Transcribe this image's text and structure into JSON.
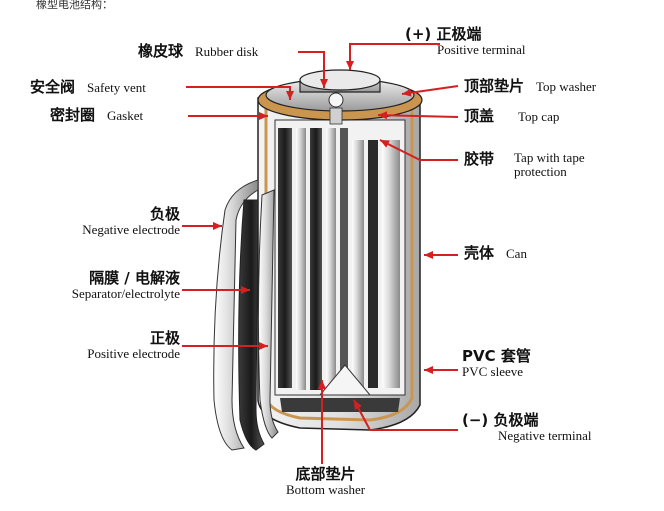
{
  "caption_top": "橡型电池结构：",
  "colors": {
    "arrow": "#d42020",
    "can": "#c8c8c8",
    "tape": "#d8b070",
    "outline": "#1a1a1a"
  },
  "labels": {
    "positive_terminal": {
      "zh": "(+) 正极端",
      "en": "Positive terminal"
    },
    "rubber_disk": {
      "zh": "橡皮球",
      "en": "Rubber disk"
    },
    "safety_vent": {
      "zh": "安全阀",
      "en": "Safety vent"
    },
    "gasket": {
      "zh": "密封圈",
      "en": "Gasket"
    },
    "top_washer": {
      "zh": "顶部垫片",
      "en": "Top washer"
    },
    "top_cap": {
      "zh": "顶盖",
      "en": "Top cap"
    },
    "tape": {
      "zh": "胶带",
      "en1": "Tap with tape",
      "en2": "protection"
    },
    "negative_electrode": {
      "zh": "负极",
      "en": "Negative electrode"
    },
    "can": {
      "zh": "壳体",
      "en": "Can"
    },
    "separator": {
      "zh": "隔膜 / 电解液",
      "en": "Separator/electrolyte"
    },
    "positive_electrode": {
      "zh": "正极",
      "en": "Positive electrode"
    },
    "pvc_sleeve": {
      "zh": "PVC 套管",
      "en": "PVC sleeve"
    },
    "negative_terminal": {
      "zh": "(−) 负极端",
      "en": "Negative terminal"
    },
    "bottom_washer": {
      "zh": "底部垫片",
      "en": "Bottom washer"
    }
  }
}
